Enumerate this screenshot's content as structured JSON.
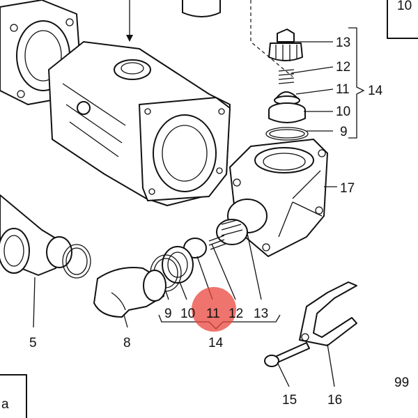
{
  "labels": {
    "top_right": "10",
    "valve_13": "13",
    "valve_12": "12",
    "valve_11": "11",
    "valve_10": "10",
    "valve_9": "9",
    "group_14_right": "14",
    "housing_17": "17",
    "bottom_9": "9",
    "bottom_10": "10",
    "bottom_11": "11",
    "bottom_12": "12",
    "bottom_13": "13",
    "group_14_bottom": "14",
    "pipe_5": "5",
    "elbow_8": "8",
    "bolt_15": "15",
    "bracket_16": "16",
    "page_99": "99",
    "corner_text": "a"
  },
  "highlight": {
    "color": "#e8453c",
    "opacity": 0.75
  }
}
